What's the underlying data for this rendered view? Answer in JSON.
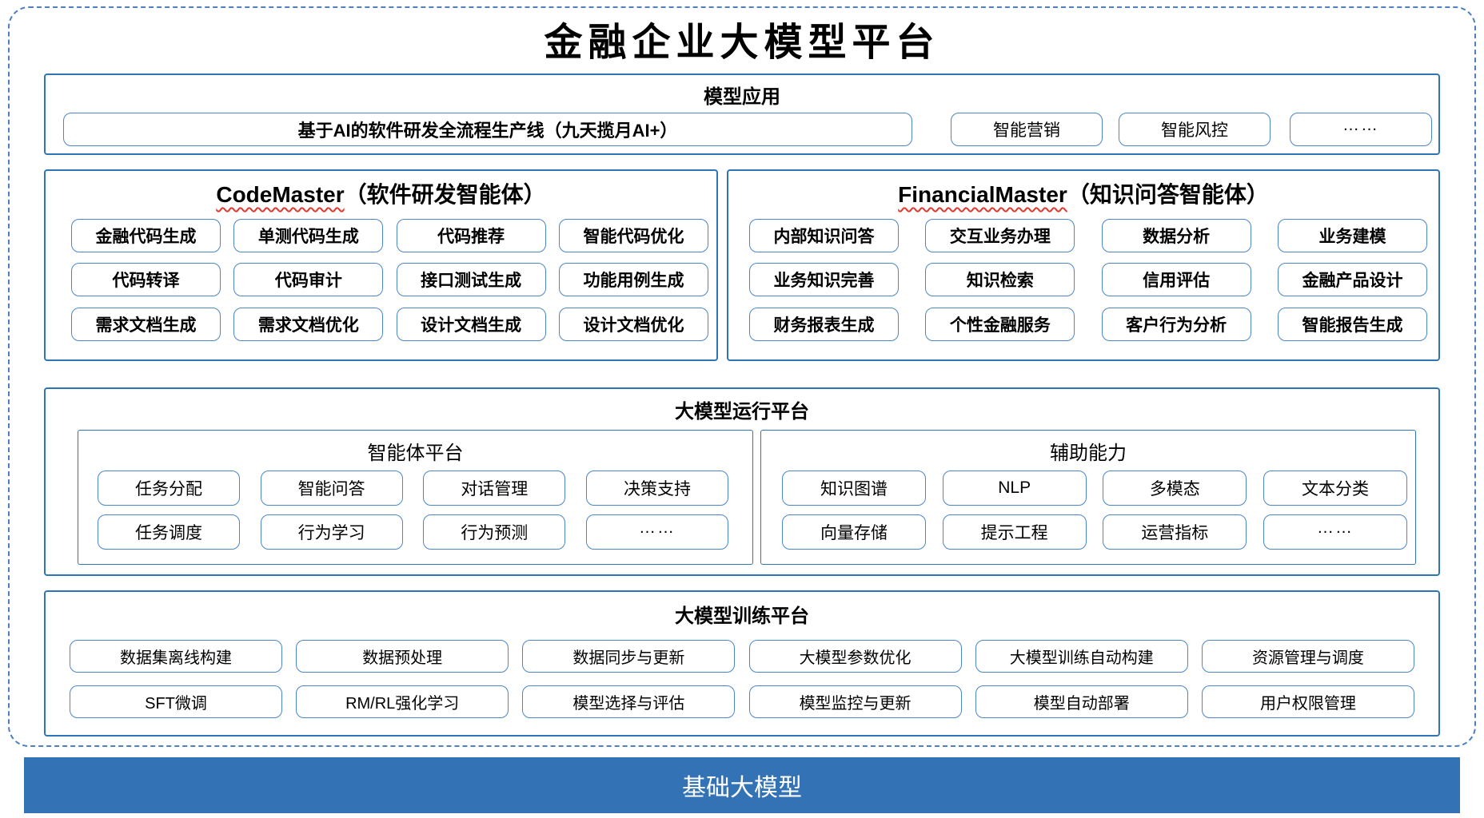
{
  "title": "金融企业大模型平台",
  "colors": {
    "section_border": "#2E75B6",
    "box_border": "#4A86C8",
    "outer_dashed_border": "#4E7FC0",
    "spellcheck_underline": "#E0382E",
    "base_bar_background": "#3272B5",
    "base_bar_text": "#FFFFFF",
    "text": "#000000"
  },
  "sections": {
    "model_app": {
      "header": "模型应用",
      "wide_box": "基于AI的软件研发全流程生产线（九天揽月AI+）",
      "boxes": [
        "智能营销",
        "智能风控",
        "……"
      ]
    },
    "code_master": {
      "header_en": "CodeMaster",
      "header_zh": "（软件研发智能体）",
      "rows": [
        [
          "金融代码生成",
          "单测代码生成",
          "代码推荐",
          "智能代码优化"
        ],
        [
          "代码转译",
          "代码审计",
          "接口测试生成",
          "功能用例生成"
        ],
        [
          "需求文档生成",
          "需求文档优化",
          "设计文档生成",
          "设计文档优化"
        ]
      ]
    },
    "financial_master": {
      "header_en": "FinancialMaster",
      "header_zh": "（知识问答智能体）",
      "rows": [
        [
          "内部知识问答",
          "交互业务办理",
          "数据分析",
          "业务建模"
        ],
        [
          "业务知识完善",
          "知识检索",
          "信用评估",
          "金融产品设计"
        ],
        [
          "财务报表生成",
          "个性金融服务",
          "客户行为分析",
          "智能报告生成"
        ]
      ]
    },
    "runtime": {
      "header": "大模型运行平台",
      "agent_platform": {
        "header": "智能体平台",
        "rows": [
          [
            "任务分配",
            "智能问答",
            "对话管理",
            "决策支持"
          ],
          [
            "任务调度",
            "行为学习",
            "行为预测",
            "……"
          ]
        ]
      },
      "aux": {
        "header": "辅助能力",
        "rows": [
          [
            "知识图谱",
            "NLP",
            "多模态",
            "文本分类"
          ],
          [
            "向量存储",
            "提示工程",
            "运营指标",
            "……"
          ]
        ]
      }
    },
    "training": {
      "header": "大模型训练平台",
      "rows": [
        [
          "数据集离线构建",
          "数据预处理",
          "数据同步与更新",
          "大模型参数优化",
          "大模型训练自动构建",
          "资源管理与调度"
        ],
        [
          "SFT微调",
          "RM/RL强化学习",
          "模型选择与评估",
          "模型监控与更新",
          "模型自动部署",
          "用户权限管理"
        ]
      ]
    },
    "base": {
      "label": "基础大模型"
    }
  }
}
